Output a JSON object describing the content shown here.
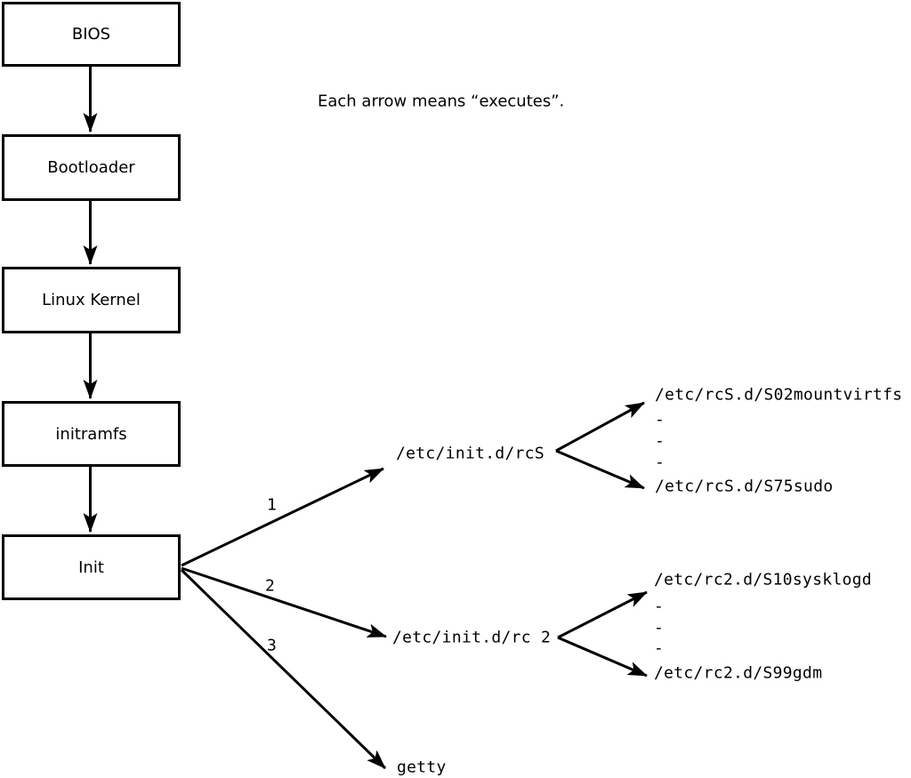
{
  "note": "Each arrow means “executes”.",
  "arrow_meaning": "executes",
  "colors": {
    "line": "#000000",
    "background": "#ffffff",
    "text": "#000000"
  },
  "boot_chain": {
    "boxes": [
      {
        "label": "BIOS"
      },
      {
        "label": "Bootloader"
      },
      {
        "label": "Linux Kernel"
      },
      {
        "label": "initramfs"
      },
      {
        "label": "Init"
      }
    ]
  },
  "init_branches": [
    {
      "number": "1",
      "target": "/etc/init.d/rcS"
    },
    {
      "number": "2",
      "target": "/etc/init.d/rc 2"
    },
    {
      "number": "3",
      "target": "getty"
    }
  ],
  "rcS_children": [
    "/etc/rcS.d/S02mountvirtfs",
    "-",
    "-",
    "-",
    "/etc/rcS.d/S75sudo"
  ],
  "rc2_children": [
    "/etc/rc2.d/S10sysklogd",
    "-",
    "-",
    "-",
    "/etc/rc2.d/S99gdm"
  ]
}
